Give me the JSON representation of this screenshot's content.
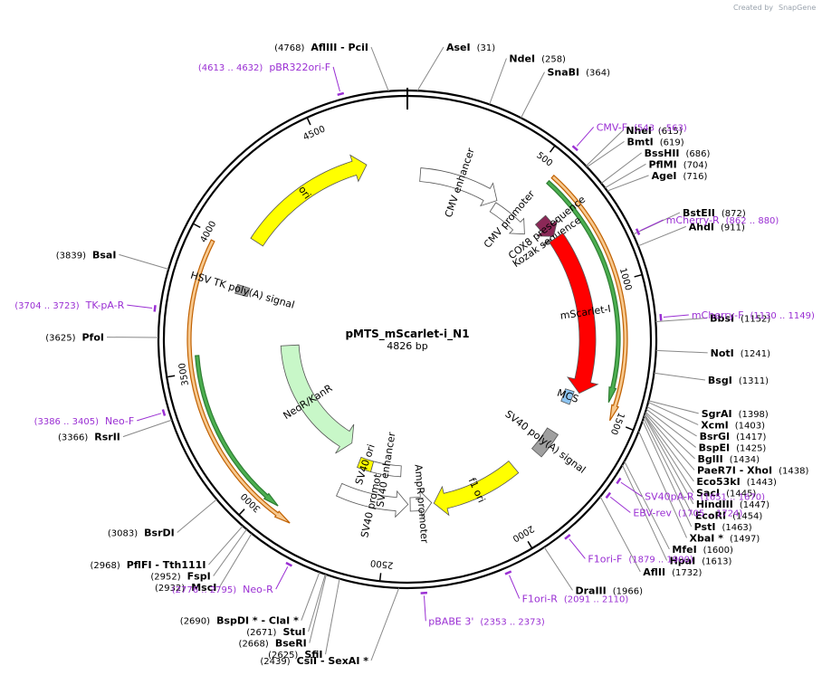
{
  "credit": {
    "prefix": "Created by",
    "brand": "SnapGene"
  },
  "plasmid": {
    "name": "pMTS_mScarlet-i_N1",
    "size": "4826 bp",
    "length": 4826
  },
  "ticks": [
    {
      "pos": 500,
      "label": "500"
    },
    {
      "pos": 1000,
      "label": "1000"
    },
    {
      "pos": 1500,
      "label": "1500"
    },
    {
      "pos": 2000,
      "label": "2000"
    },
    {
      "pos": 2500,
      "label": "2500"
    },
    {
      "pos": 3000,
      "label": "3000"
    },
    {
      "pos": 3500,
      "label": "3500"
    },
    {
      "pos": 4000,
      "label": "4000"
    },
    {
      "pos": 4500,
      "label": "4500"
    }
  ],
  "features": [
    {
      "name": "CMV enhancer",
      "start": 60,
      "end": 440,
      "type": "enhancer",
      "color": "#ffffff",
      "dir": 1
    },
    {
      "name": "CMV promoter",
      "start": 441,
      "end": 644,
      "type": "promoter",
      "color": "#ffffff",
      "dir": 1
    },
    {
      "name": "COX8 presequence",
      "start": 645,
      "end": 735,
      "type": "signal",
      "color": "#8b2857",
      "dir": 1
    },
    {
      "name": "Kozak sequence",
      "start": 736,
      "end": 745,
      "type": "misc",
      "color": "#9e9e9e",
      "dir": 0
    },
    {
      "name": "mScarlet-I",
      "start": 746,
      "end": 1440,
      "type": "cds",
      "color": "#ff0000",
      "dir": 1
    },
    {
      "name": "MCS",
      "start": 1440,
      "end": 1500,
      "type": "misc",
      "color": "#8ec5f2",
      "dir": 0
    },
    {
      "name": "SV40 poly(A) signal",
      "start": 1640,
      "end": 1760,
      "type": "terminator",
      "color": "#a0a0a0",
      "dir": 0
    },
    {
      "name": "f1 ori",
      "start": 1880,
      "end": 2290,
      "type": "ori",
      "color": "#ffff00",
      "dir": 1
    },
    {
      "name": "AmpR promoter",
      "start": 2300,
      "end": 2400,
      "type": "promoter",
      "color": "#ffffff",
      "dir": -1
    },
    {
      "name": "SV40 promoter",
      "start": 2410,
      "end": 2740,
      "type": "promoter",
      "color": "#ffffff",
      "dir": -1
    },
    {
      "name": "SV40 ori",
      "start": 2620,
      "end": 2700,
      "type": "ori",
      "color": "#ffff00",
      "dir": 0
    },
    {
      "name": "SV40 enhancer",
      "start": 2450,
      "end": 2620,
      "type": "enhancer",
      "color": "#ffffff",
      "dir": 0
    },
    {
      "name": "NeoR/KanR",
      "start": 2790,
      "end": 3580,
      "type": "cds",
      "color": "#c8f7c8",
      "dir": -1
    },
    {
      "name": "HSV TK poly(A) signal",
      "start": 3820,
      "end": 3860,
      "type": "terminator",
      "color": "#a0a0a0",
      "dir": 0
    },
    {
      "name": "ori",
      "start": 4060,
      "end": 4650,
      "type": "ori",
      "color": "#ffff00",
      "dir": 1
    }
  ],
  "outer_bars": [
    {
      "name": "mScarlet-I",
      "start": 560,
      "end": 1500,
      "color": "#f7c98f",
      "line": "#c06000",
      "dir": 1
    },
    {
      "name": "mScarlet-I",
      "start": 560,
      "end": 1440,
      "color": "#4caf50",
      "line": "#2e7d32",
      "dir": 1,
      "inner": true
    },
    {
      "name": "NeoR/KanR",
      "start": 2850,
      "end": 3980,
      "color": "#f7c98f",
      "line": "#c06000",
      "dir": -1
    },
    {
      "name": "NeoR/KanR",
      "start": 2920,
      "end": 3560,
      "color": "#4caf50",
      "line": "#2e7d32",
      "dir": -1,
      "inner": true
    }
  ],
  "sites_right": [
    {
      "name": "AseI",
      "pos": "(31)",
      "bp": 31
    },
    {
      "name": "NdeI",
      "pos": "(258)",
      "bp": 258
    },
    {
      "name": "SnaBI",
      "pos": "(364)",
      "bp": 364
    },
    {
      "name": "NheI",
      "pos": "(615)",
      "bp": 615
    },
    {
      "name": "BmtI",
      "pos": "(619)",
      "bp": 619
    },
    {
      "name": "BssHII",
      "pos": "(686)",
      "bp": 686
    },
    {
      "name": "PflMI",
      "pos": "(704)",
      "bp": 704
    },
    {
      "name": "AgeI",
      "pos": "(716)",
      "bp": 716
    },
    {
      "name": "BstEII",
      "pos": "(872)",
      "bp": 872
    },
    {
      "name": "AhdI",
      "pos": "(911)",
      "bp": 911
    },
    {
      "name": "BbsI",
      "pos": "(1152)",
      "bp": 1152
    },
    {
      "name": "NotI",
      "pos": "(1241)",
      "bp": 1241
    },
    {
      "name": "BsgI",
      "pos": "(1311)",
      "bp": 1311
    },
    {
      "name": "SgrAI",
      "pos": "(1398)",
      "bp": 1398
    },
    {
      "name": "XcmI",
      "pos": "(1403)",
      "bp": 1403
    },
    {
      "name": "BsrGI",
      "pos": "(1417)",
      "bp": 1417
    },
    {
      "name": "BspEI",
      "pos": "(1425)",
      "bp": 1425
    },
    {
      "name": "BglII",
      "pos": "(1434)",
      "bp": 1434
    },
    {
      "name": "PaeR7I - XhoI",
      "pos": "(1438)",
      "bp": 1438
    },
    {
      "name": "Eco53kI",
      "pos": "(1443)",
      "bp": 1443
    },
    {
      "name": "SacI",
      "pos": "(1445)",
      "bp": 1445
    },
    {
      "name": "HindIII",
      "pos": "(1447)",
      "bp": 1447
    },
    {
      "name": "EcoRI",
      "pos": "(1454)",
      "bp": 1454
    },
    {
      "name": "PstI",
      "pos": "(1463)",
      "bp": 1463
    },
    {
      "name": "XbaI *",
      "pos": "(1497)",
      "bp": 1497
    },
    {
      "name": "MfeI",
      "pos": "(1600)",
      "bp": 1600
    },
    {
      "name": "HpaI",
      "pos": "(1613)",
      "bp": 1613
    },
    {
      "name": "AflII",
      "pos": "(1732)",
      "bp": 1732
    },
    {
      "name": "DraIII",
      "pos": "(1966)",
      "bp": 1966
    }
  ],
  "sites_left": [
    {
      "name": "AflIII - PciI",
      "pos": "(4768)",
      "bp": 4768
    },
    {
      "name": "BsaI",
      "pos": "(3839)",
      "bp": 3839
    },
    {
      "name": "PfoI",
      "pos": "(3625)",
      "bp": 3625
    },
    {
      "name": "RsrII",
      "pos": "(3366)",
      "bp": 3366
    },
    {
      "name": "BsrDI",
      "pos": "(3083)",
      "bp": 3083
    },
    {
      "name": "PflFI - Tth111I",
      "pos": "(2968)",
      "bp": 2968
    },
    {
      "name": "FspI",
      "pos": "(2952)",
      "bp": 2952
    },
    {
      "name": "MscI",
      "pos": "(2932)",
      "bp": 2932
    },
    {
      "name": "BspDI * - ClaI *",
      "pos": "(2690)",
      "bp": 2690
    },
    {
      "name": "StuI",
      "pos": "(2671)",
      "bp": 2671
    },
    {
      "name": "BseRI",
      "pos": "(2668)",
      "bp": 2668
    },
    {
      "name": "SfiI",
      "pos": "(2625)",
      "bp": 2625
    },
    {
      "name": "CsiI - SexAI *",
      "pos": "(2439)",
      "bp": 2439
    }
  ],
  "primers": [
    {
      "name": "pBR322ori-F",
      "pos": "(4613 .. 4632)",
      "bp": 4622,
      "side": "left"
    },
    {
      "name": "CMV-F",
      "pos": "(543 .. 563)",
      "bp": 553,
      "side": "right"
    },
    {
      "name": "mCherry-R",
      "pos": "(862 .. 880)",
      "bp": 871,
      "side": "right"
    },
    {
      "name": "mCherry-F",
      "pos": "(1130 .. 1149)",
      "bp": 1140,
      "side": "right"
    },
    {
      "name": "SV40pA-R",
      "pos": "(1651 .. 1670)",
      "bp": 1660,
      "side": "right"
    },
    {
      "name": "EBV-rev",
      "pos": "(1705 .. 1724)",
      "bp": 1714,
      "side": "right"
    },
    {
      "name": "F1ori-F",
      "pos": "(1879 .. 1900)",
      "bp": 1890,
      "side": "right"
    },
    {
      "name": "F1ori-R",
      "pos": "(2091 .. 2110)",
      "bp": 2100,
      "side": "right"
    },
    {
      "name": "pBABE 3'",
      "pos": "(2353 .. 2373)",
      "bp": 2363,
      "side": "right"
    },
    {
      "name": "Neo-R",
      "pos": "(2776 .. 2795)",
      "bp": 2785,
      "side": "left"
    },
    {
      "name": "Neo-F",
      "pos": "(3386 .. 3405)",
      "bp": 3395,
      "side": "left"
    },
    {
      "name": "TK-pA-R",
      "pos": "(3704 .. 3723)",
      "bp": 3713,
      "side": "left"
    }
  ]
}
